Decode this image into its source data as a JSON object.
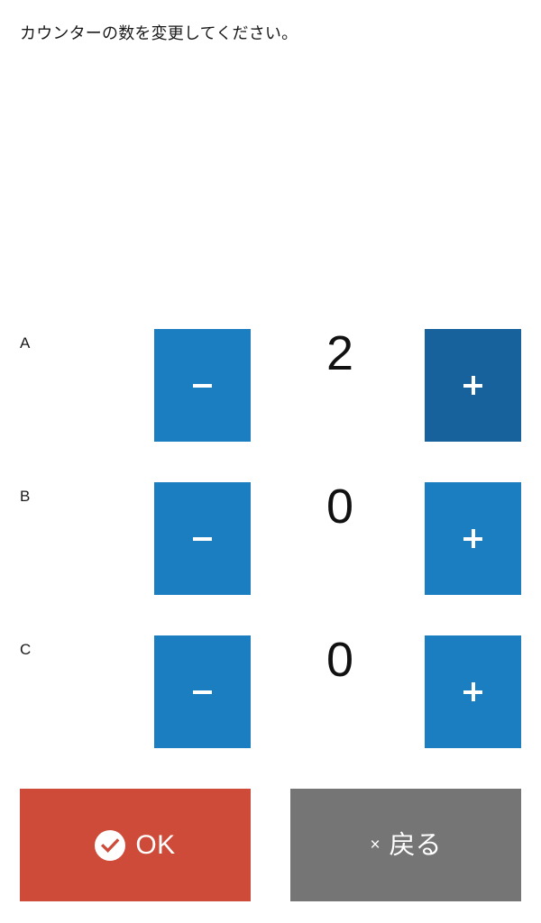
{
  "prompt": {
    "text": "カウンターの数を変更してください。"
  },
  "colors": {
    "button_blue": "#1b7ec1",
    "button_blue_active": "#17629c",
    "ok_red": "#cd4b38",
    "back_gray": "#757575",
    "glyph_white": "#ffffff",
    "text_black": "#111111",
    "page_background": "#ffffff"
  },
  "counters": [
    {
      "label": "A",
      "value": "2",
      "decrement_icon": "minus-icon",
      "increment_icon": "plus-icon",
      "decrement_color": "#1b7ec1",
      "increment_color": "#17629c"
    },
    {
      "label": "B",
      "value": "0",
      "decrement_icon": "minus-icon",
      "increment_icon": "plus-icon",
      "decrement_color": "#1b7ec1",
      "increment_color": "#1b7ec1"
    },
    {
      "label": "C",
      "value": "0",
      "decrement_icon": "minus-icon",
      "increment_icon": "plus-icon",
      "decrement_color": "#1b7ec1",
      "increment_color": "#1b7ec1"
    }
  ],
  "actions": {
    "ok": {
      "label": "OK",
      "icon": "check-circle-icon",
      "color": "#cd4b38"
    },
    "back": {
      "label": "戻る",
      "icon": "x-icon",
      "icon_glyph": "×",
      "color": "#757575"
    }
  }
}
